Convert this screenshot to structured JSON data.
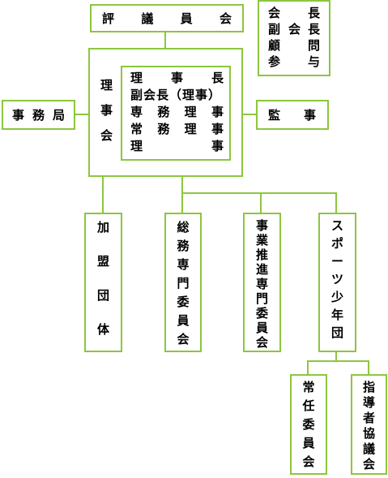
{
  "hyogiinkai": "評議員会",
  "advisors": [
    {
      "left": "会",
      "right": "長"
    },
    {
      "left": "副会",
      "right": "長"
    },
    {
      "left": "顧",
      "right": "問"
    },
    {
      "left": "参",
      "right": "与"
    }
  ],
  "rijikai": "理事会",
  "officers": [
    {
      "left": "理",
      "mid": "事",
      "right": "長"
    },
    {
      "text": "副会長（理事）"
    },
    {
      "left": "専",
      "mid": "務",
      "mid2": "理",
      "right": "事"
    },
    {
      "left": "常",
      "mid": "務",
      "mid2": "理",
      "right": "事"
    },
    {
      "left": "理",
      "right": "事"
    }
  ],
  "jimukyoku": "事務局",
  "kanji": "監事",
  "committees": [
    {
      "label": "加盟団体"
    },
    {
      "label": "総務専門委員会"
    },
    {
      "label": "事業推進専門委員会"
    },
    {
      "label": "スポーツ少年団"
    }
  ],
  "sports_sub": [
    {
      "label": "常任委員会"
    },
    {
      "label": "指導者協議会"
    }
  ]
}
